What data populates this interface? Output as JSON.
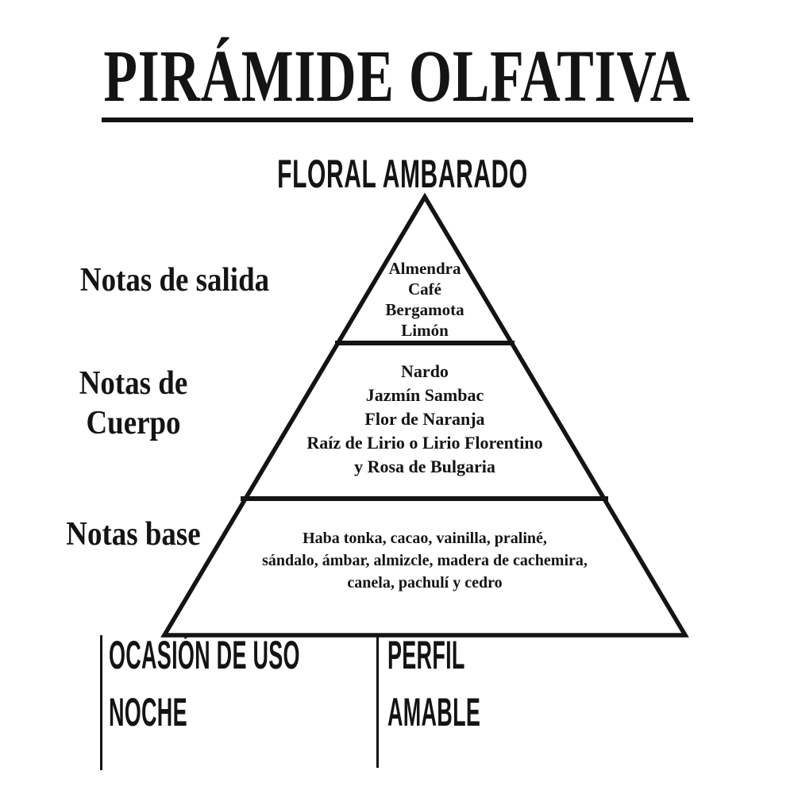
{
  "page": {
    "title": "PIRÁMIDE OLFATIVA",
    "fragrance_family": "FLORAL AMBARADO"
  },
  "pyramid": {
    "levels": [
      {
        "label": "Notas de salida",
        "notes": [
          "Almendra",
          "Café",
          "Bergamota",
          "Limón"
        ]
      },
      {
        "label": "Notas de Cuerpo",
        "label_lines": [
          "Notas de",
          "Cuerpo"
        ],
        "notes": [
          "Nardo",
          "Jazmín Sambac",
          "Flor de Naranja",
          "Raíz de Lirio o Lirio Florentino",
          "y Rosa de Bulgaria"
        ]
      },
      {
        "label": "Notas base",
        "notes": [
          "Haba tonka, cacao, vainilla, praliné,",
          "sándalo, ámbar, almizcle, madera de cachemira,",
          "canela, pachulí y cedro"
        ]
      }
    ]
  },
  "footer": {
    "occasion": {
      "heading": "OCASIÓN DE USO",
      "value": "NOCHE"
    },
    "profile": {
      "heading": "PERFIL",
      "value": "AMABLE"
    }
  },
  "colors": {
    "ink": "#141414",
    "bg": "#ffffff"
  }
}
